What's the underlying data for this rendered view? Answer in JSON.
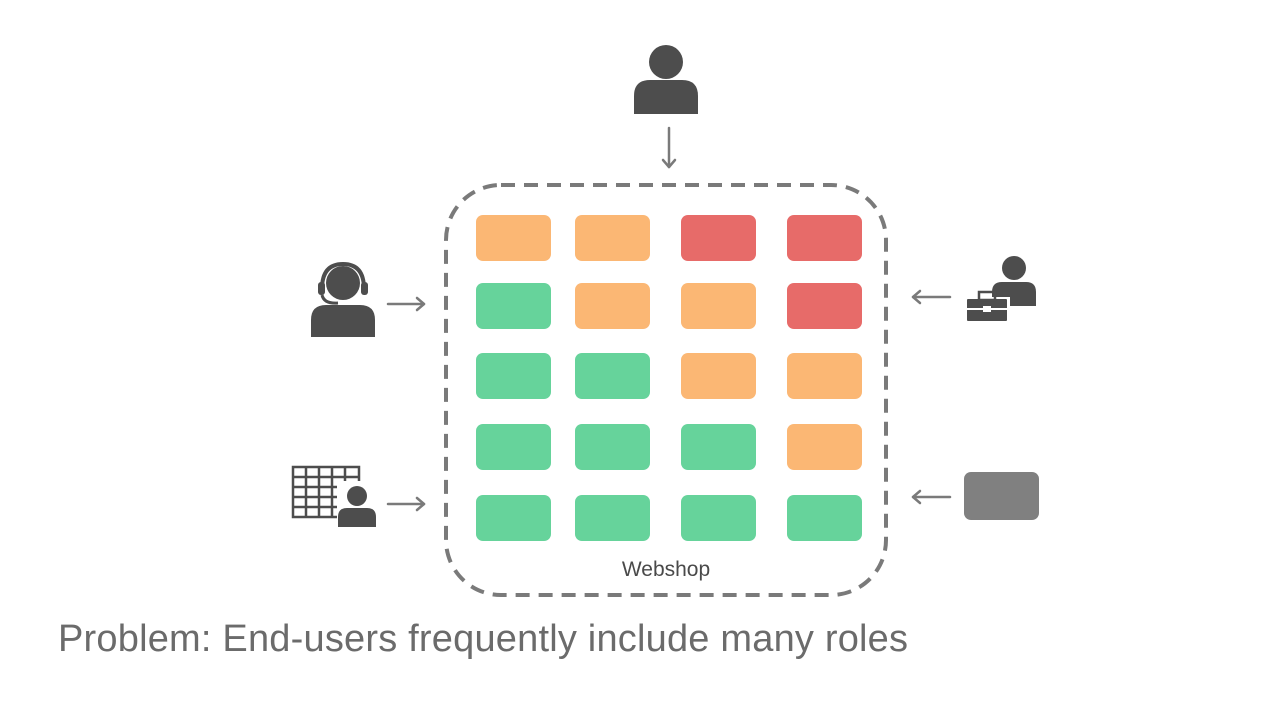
{
  "system": {
    "label": "Webshop"
  },
  "caption": "Problem: End-users frequently include many roles",
  "colors": {
    "high": "#e76b69",
    "medium": "#fbb774",
    "low": "#66d39b",
    "icon": "#4d4d4d",
    "arrow": "#7a7a7a",
    "border": "#7a7a7a"
  },
  "grid": {
    "rows": [
      [
        "medium",
        "medium",
        "high",
        "high"
      ],
      [
        "low",
        "medium",
        "medium",
        "high"
      ],
      [
        "low",
        "low",
        "medium",
        "medium"
      ],
      [
        "low",
        "low",
        "low",
        "medium"
      ],
      [
        "low",
        "low",
        "low",
        "low"
      ]
    ]
  },
  "actors": [
    {
      "icon": "user-icon",
      "side": "top"
    },
    {
      "icon": "support-agent-icon",
      "side": "left"
    },
    {
      "icon": "spreadsheet-user-icon",
      "side": "left"
    },
    {
      "icon": "business-user-icon",
      "side": "right"
    },
    {
      "icon": "system-block-icon",
      "side": "right"
    }
  ]
}
